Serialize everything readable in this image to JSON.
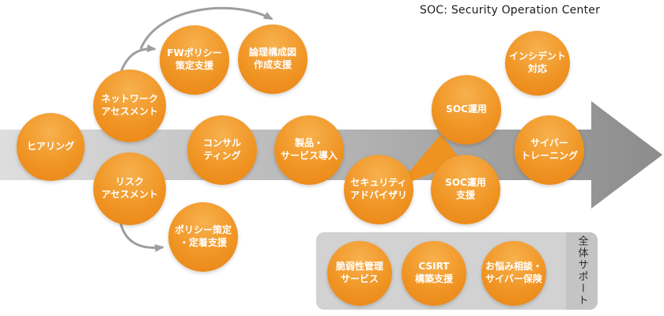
{
  "title": "SOC: Security Operation Center",
  "nodes": [
    {
      "label": "ヒアリング"
    },
    {
      "label": "ネットワーク\nアセスメント"
    },
    {
      "label": "リスク\nアセスメント"
    },
    {
      "label": "FWポリシー\n策定支援"
    },
    {
      "label": "論理構成図\n作成支援"
    },
    {
      "label": "ポリシー策定\n・定着支援"
    },
    {
      "label": "コンサル\nティング"
    },
    {
      "label": "製品・\nサービス導入"
    },
    {
      "label": "セキュリティ\nアドバイザリ"
    },
    {
      "label": "SOC運用"
    },
    {
      "label": "SOC運用\n支援"
    },
    {
      "label": "インシデント\n対応"
    },
    {
      "label": "サイバー\nトレーニング"
    }
  ],
  "support": {
    "label": "全体サポート",
    "items": [
      {
        "label": "脆弱性管理\nサービス"
      },
      {
        "label": "CSIRT\n構築支援"
      },
      {
        "label": "お悩み相談・\nサイバー保険"
      }
    ]
  },
  "colors": {
    "circle": "#ef9220",
    "circle_light": "#f6b04a",
    "arrow_light": "#dedede",
    "arrow_dark": "#8c8c8c",
    "panel": "#d2d2d2",
    "connector": "#9e9e9e"
  }
}
